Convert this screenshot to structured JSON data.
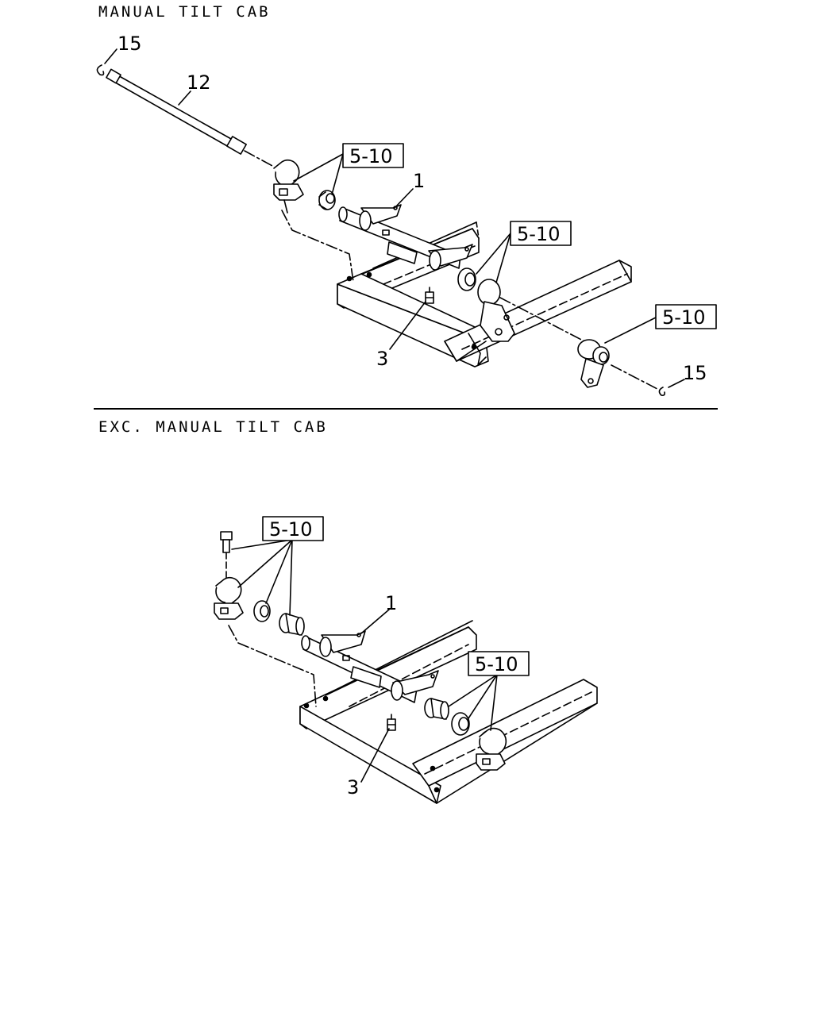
{
  "sections": [
    {
      "title": "MANUAL TILT CAB",
      "callouts": [
        "15",
        "12",
        "1",
        "3",
        "15"
      ],
      "refs": [
        "5-10",
        "5-10",
        "5-10"
      ]
    },
    {
      "title": "EXC. MANUAL TILT CAB",
      "callouts": [
        "1",
        "3"
      ],
      "refs": [
        "5-10",
        "5-10"
      ]
    }
  ]
}
